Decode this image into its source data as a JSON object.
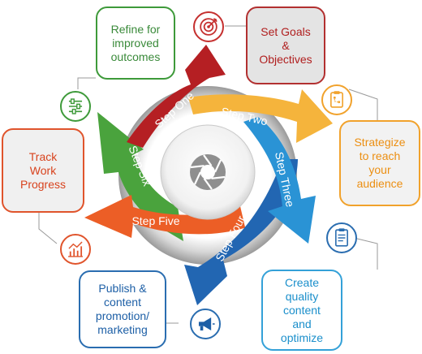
{
  "steps": [
    {
      "label": "Step One",
      "color": "#b51f23"
    },
    {
      "label": "Step Two",
      "color": "#f5b43c"
    },
    {
      "label": "Step Three",
      "color": "#2a93d5"
    },
    {
      "label": "Step Four",
      "color": "#2266b2"
    },
    {
      "label": "Step Five",
      "color": "#ec5e26"
    },
    {
      "label": "Step Six",
      "color": "#4aa33d"
    }
  ],
  "boxes": {
    "refine": {
      "text": "Refine for\nimproved\noutcomes",
      "color": "#3e9a3a"
    },
    "goals": {
      "text": "Set Goals\n&\nObjectives",
      "color": "#b01e1e"
    },
    "strategize": {
      "text": "Strategize\nto reach\nyour\naudience",
      "color": "#ec8f12"
    },
    "create": {
      "text": "Create\nquality\ncontent\nand\noptimize",
      "color": "#1b8fcb"
    },
    "publish": {
      "text": "Publish &\ncontent\npromotion/\nmarketing",
      "color": "#1d5fa6"
    },
    "track": {
      "text": "Track\nWork\nProgress",
      "color": "#d8431e"
    }
  },
  "icons": {
    "goals": "target-icon",
    "strategize": "clipboard-plan-icon",
    "create": "document-icon",
    "publish": "megaphone-icon",
    "track": "line-chart-icon",
    "refine": "sliders-icon",
    "center": "aperture-icon"
  }
}
